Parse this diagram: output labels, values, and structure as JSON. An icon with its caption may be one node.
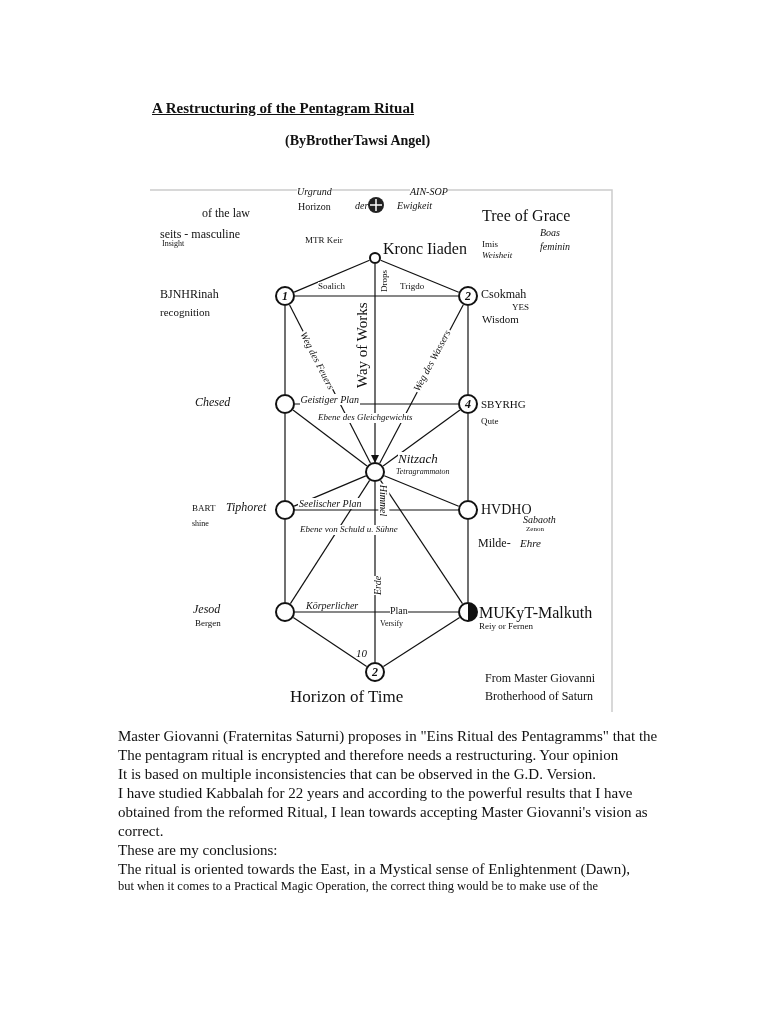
{
  "diagram": {
    "title": "A Restructuring of the Pentagram Ritual",
    "nodes": [
      {
        "text": [],
        "shape": "circle",
        "beside": [
          "Kronc Iiaden"
        ]
      },
      {
        "text": [
          "1"
        ],
        "beside": [
          "BJNHRinah",
          "recognition"
        ]
      },
      {
        "text": [
          "2"
        ],
        "beside": [
          "Csokmah",
          "YES",
          "Wisdom"
        ]
      },
      {
        "text": [],
        "shape": "circle",
        "beside": [
          "Chesed"
        ]
      },
      {
        "text": [
          "4"
        ],
        "beside": [
          "SBYRHG",
          "Qute"
        ]
      },
      {
        "text": [],
        "shape": "circle",
        "beside": [
          "Nitzach",
          "Tetragrammaton"
        ]
      },
      {
        "text": [],
        "shape": "circle",
        "beside": [
          "BART",
          "Tiphoret",
          "shine"
        ]
      },
      {
        "text": [],
        "shape": "circle",
        "beside": [
          "HVDHO",
          "Sabaoth",
          "Zenon",
          "Milde-",
          "Ehre"
        ]
      },
      {
        "text": [],
        "shape": "circle",
        "beside": [
          "Jesod",
          "Bergen"
        ]
      },
      {
        "text": [],
        "shape": "circle",
        "beside": [
          "MUKyT-Malkuth",
          "Reiy or Fernen"
        ]
      },
      {
        "text": [
          "2"
        ],
        "beside": [
          "10"
        ]
      }
    ],
    "edges": [
      {
        "from": 0,
        "to": 1,
        "arrow": "none"
      },
      {
        "from": 0,
        "to": 2,
        "arrow": "none"
      },
      {
        "from": 1,
        "to": 2,
        "arrow": "none"
      },
      {
        "from": 1,
        "to": 3,
        "arrow": "none"
      },
      {
        "from": 2,
        "to": 4,
        "arrow": "none"
      },
      {
        "from": 0,
        "to": 5,
        "arrow": "to",
        "label": "Way of Works"
      },
      {
        "from": 1,
        "to": 5,
        "arrow": "none",
        "label": "Weg des Feuers"
      },
      {
        "from": 2,
        "to": 5,
        "arrow": "none",
        "label": "Weg des Wassers"
      },
      {
        "from": 3,
        "to": 4,
        "arrow": "none",
        "label": "Geistiger Plan"
      },
      {
        "from": 3,
        "to": 5,
        "arrow": "none"
      },
      {
        "from": 4,
        "to": 5,
        "arrow": "none"
      },
      {
        "from": 3,
        "to": 6,
        "arrow": "none"
      },
      {
        "from": 4,
        "to": 7,
        "arrow": "none"
      },
      {
        "from": 5,
        "to": 6,
        "arrow": "none"
      },
      {
        "from": 5,
        "to": 7,
        "arrow": "none"
      },
      {
        "from": 6,
        "to": 7,
        "arrow": "none",
        "label": "Seelischer Plan"
      },
      {
        "from": 6,
        "to": 8,
        "arrow": "none"
      },
      {
        "from": 7,
        "to": 9,
        "arrow": "none"
      },
      {
        "from": 5,
        "to": 8,
        "arrow": "none"
      },
      {
        "from": 5,
        "to": 9,
        "arrow": "none"
      },
      {
        "from": 5,
        "to": 10,
        "arrow": "none",
        "label": "Himmel"
      },
      {
        "from": 8,
        "to": 9,
        "arrow": "none",
        "label": "Körperlicher"
      },
      {
        "from": 8,
        "to": 10,
        "arrow": "none"
      },
      {
        "from": 9,
        "to": 10,
        "arrow": "none"
      }
    ],
    "labels": [
      "(ByBrotherTawsi Angel)",
      "Urgrund",
      "AIN-SOP",
      "Horizon",
      "der",
      "Ewigkeit",
      "of the law",
      "seits - masculine",
      "Insight",
      "MTR Keir",
      "Tree of Grace",
      "Boas",
      "Imis",
      "Weisheit",
      "feminin",
      "Drops",
      "Soalich",
      "Trigdo",
      "Ebene des Gleichgewichts",
      "Ebene von Schuld u. Sühne",
      "Plan",
      "Versify",
      "Erde",
      "Horizon of Time",
      "From Master Giovanni",
      "Brotherhood of Saturn",
      "Master Giovanni (Fraternitas Saturni) proposes in \"Eins Ritual des Pentagramms\" that the",
      "The pentagram ritual is encrypted and therefore needs a restructuring. Your opinion",
      "It is based on multiple inconsistencies that can be observed in the G.D. Version.",
      "I have studied Kabbalah for 22 years and according to the powerful results that I have",
      "obtained from the reformed Ritual, I lean towards accepting Master Giovanni's vision as",
      "correct.",
      "These are my conclusions:",
      "The ritual is oriented towards the East, in a Mystical sense of Enlightenment (Dawn),",
      "but when it comes to a Practical Magic Operation, the correct thing would be to make use of the"
    ]
  }
}
